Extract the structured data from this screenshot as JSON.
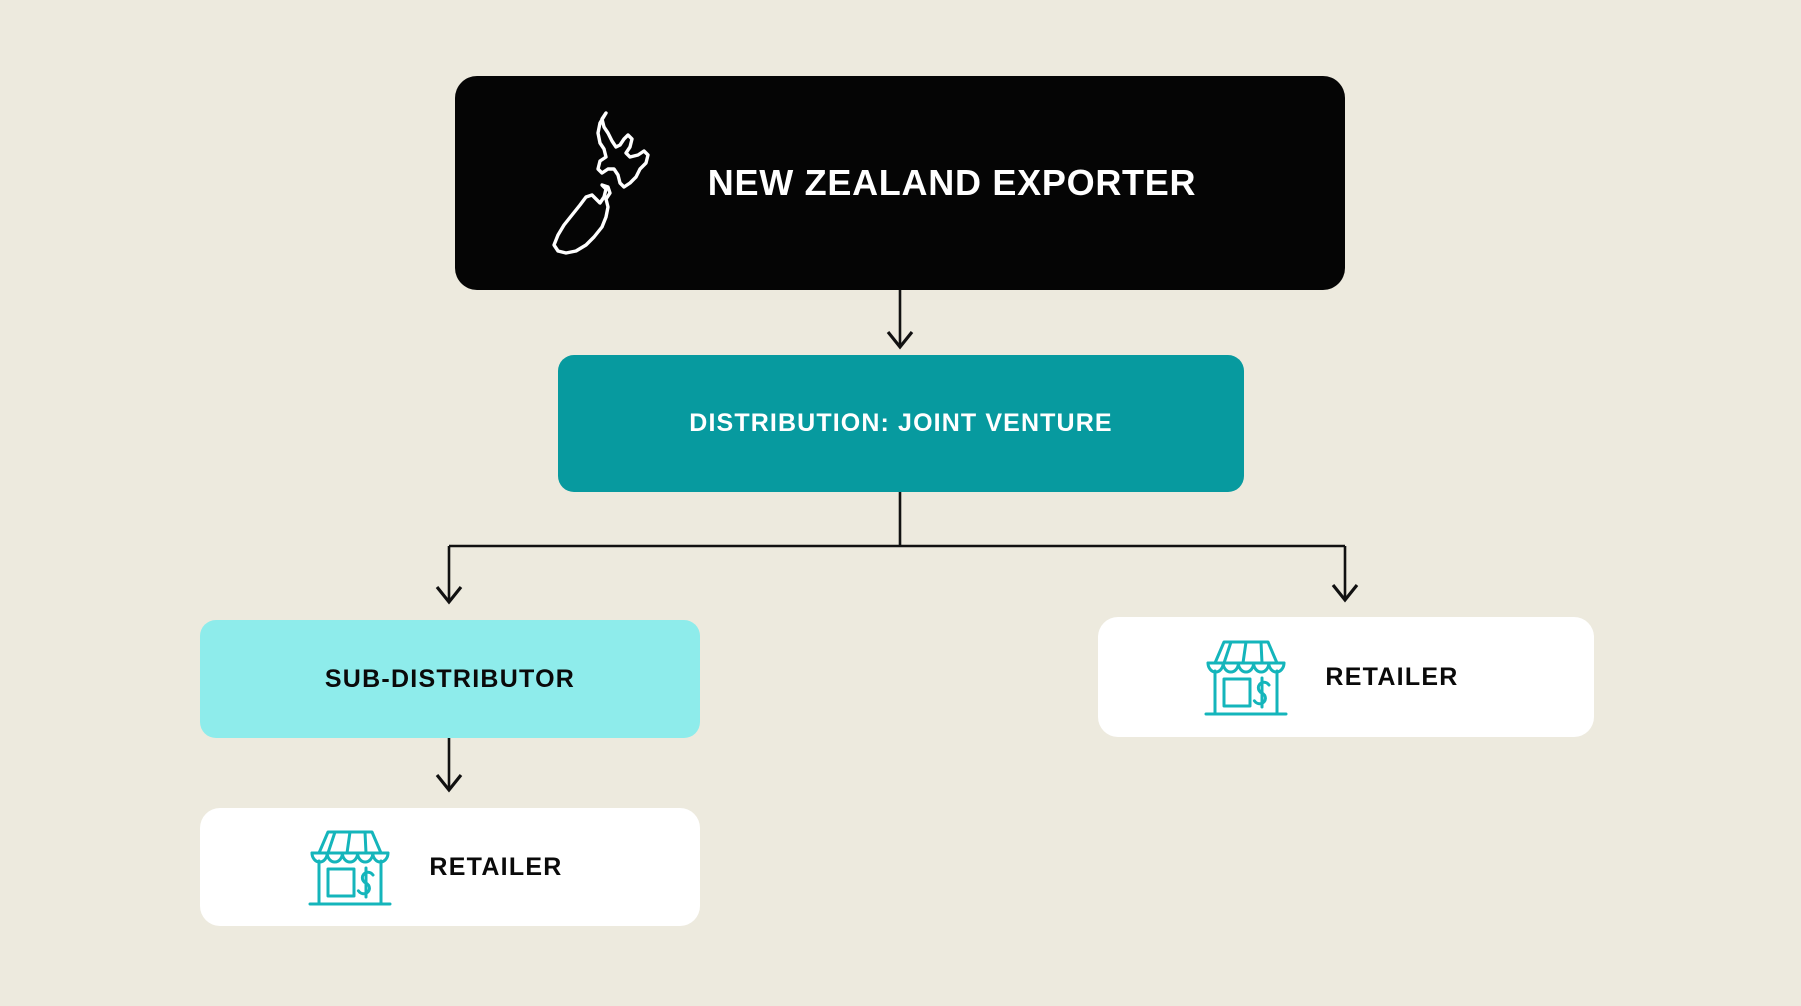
{
  "diagram": {
    "title": "New Zealand Exporter distribution channel flowchart",
    "background_color": "#edeade",
    "nodes": {
      "exporter": {
        "label": "NEW ZEALAND EXPORTER",
        "icon": "new-zealand-map-icon",
        "background_color": "#050505",
        "text_color": "#ffffff"
      },
      "distribution": {
        "label": "DISTRIBUTION: JOINT VENTURE",
        "background_color": "#079a9f",
        "text_color": "#ffffff"
      },
      "sub_distributor": {
        "label": "SUB-DISTRIBUTOR",
        "background_color": "#8eeceb",
        "text_color": "#0a0a0a"
      },
      "retailer_right": {
        "label": "RETAILER",
        "icon": "storefront-icon",
        "background_color": "#ffffff",
        "text_color": "#0a0a0a",
        "icon_color": "#14b5bb"
      },
      "retailer_bottom": {
        "label": "RETAILER",
        "icon": "storefront-icon",
        "background_color": "#ffffff",
        "text_color": "#0a0a0a",
        "icon_color": "#14b5bb"
      }
    },
    "connectors": [
      {
        "name": "exporter-to-distribution",
        "from": "exporter",
        "to": "distribution",
        "style": "straight-arrow"
      },
      {
        "name": "distribution-to-sub-distributor",
        "from": "distribution",
        "to": "sub_distributor",
        "style": "elbow-arrow"
      },
      {
        "name": "distribution-to-retailer-right",
        "from": "distribution",
        "to": "retailer_right",
        "style": "elbow-arrow"
      },
      {
        "name": "sub-distributor-to-retailer-bottom",
        "from": "sub_distributor",
        "to": "retailer_bottom",
        "style": "straight-arrow"
      }
    ],
    "arrow_color": "#111111"
  }
}
